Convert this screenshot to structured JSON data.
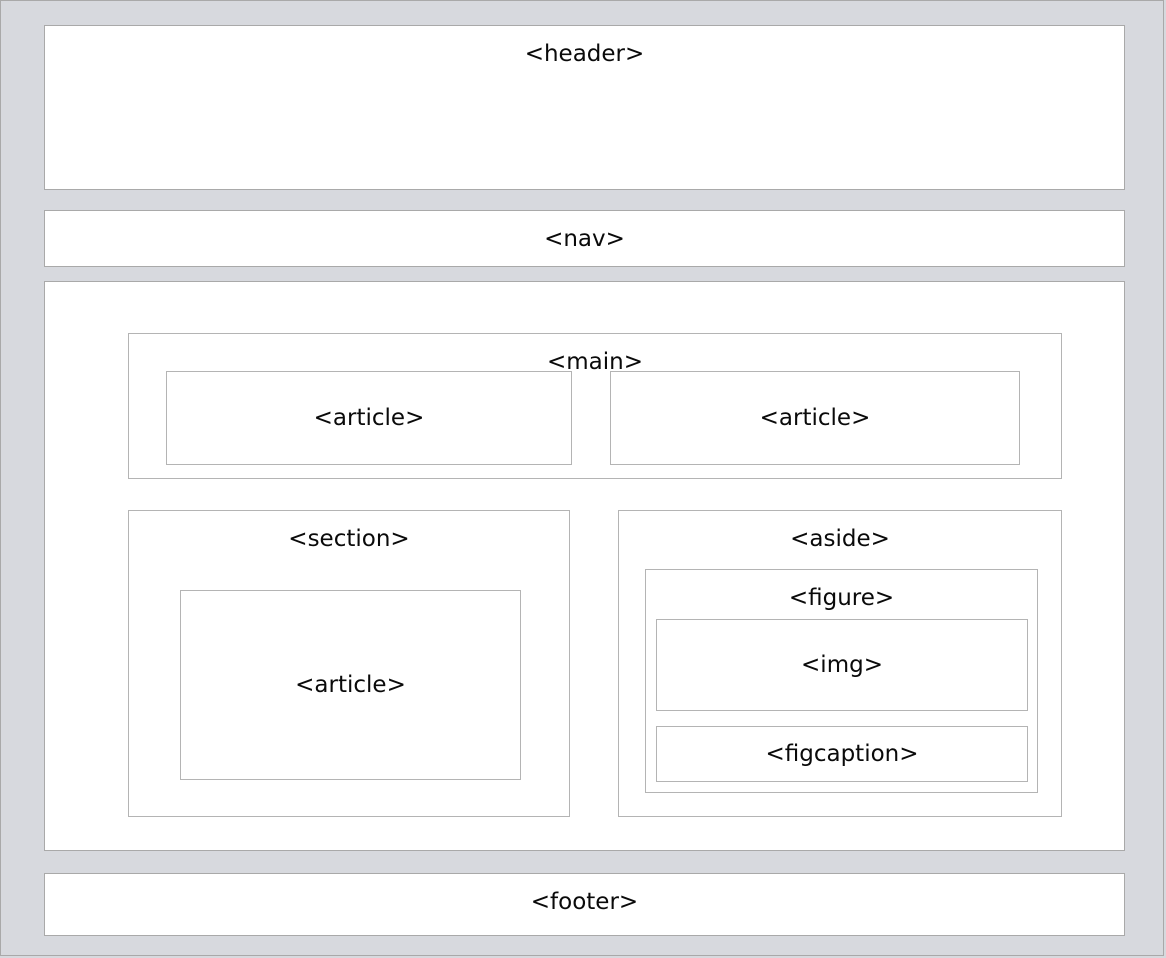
{
  "diagram": {
    "title": "HTML5 semantic element layout diagram",
    "background_color": "#d7d9de",
    "box_fill_color": "#ffffff",
    "box_border_color": "#a9a9a9",
    "text_color": "#0a0a0a"
  },
  "blocks": {
    "header": {
      "label": "<header>"
    },
    "nav": {
      "label": "<nav>"
    },
    "main": {
      "label": "<main>"
    },
    "article_top_left": {
      "label": "<article>"
    },
    "article_top_right": {
      "label": "<article>"
    },
    "section": {
      "label": "<section>"
    },
    "article_in_section": {
      "label": "<article>"
    },
    "aside": {
      "label": "<aside>"
    },
    "figure": {
      "label": "<figure>"
    },
    "img": {
      "label": "<img>"
    },
    "figcaption": {
      "label": "<figcaption>"
    },
    "footer": {
      "label": "<footer>"
    }
  }
}
